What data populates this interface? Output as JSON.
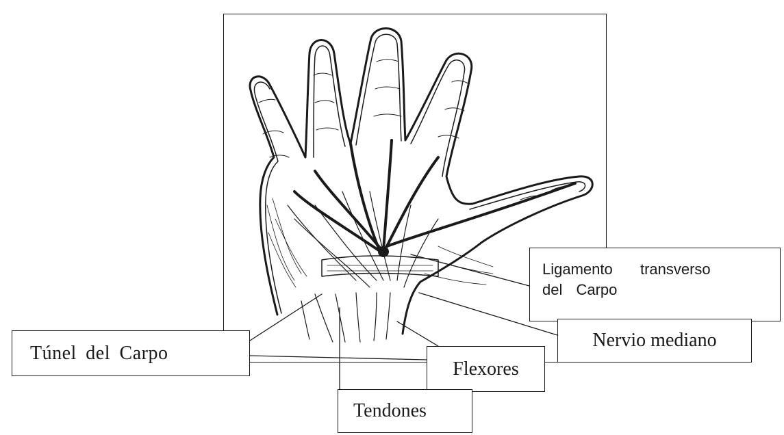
{
  "labels": {
    "tunel": "Túnel del Carpo",
    "ligamento": "Ligamento  transverso\ndel Carpo",
    "nervio": "Nervio mediano",
    "flexores": "Flexores",
    "tendones": "Tendones"
  },
  "colors": {
    "ink": "#1a1a1a",
    "paper": "#ffffff"
  }
}
